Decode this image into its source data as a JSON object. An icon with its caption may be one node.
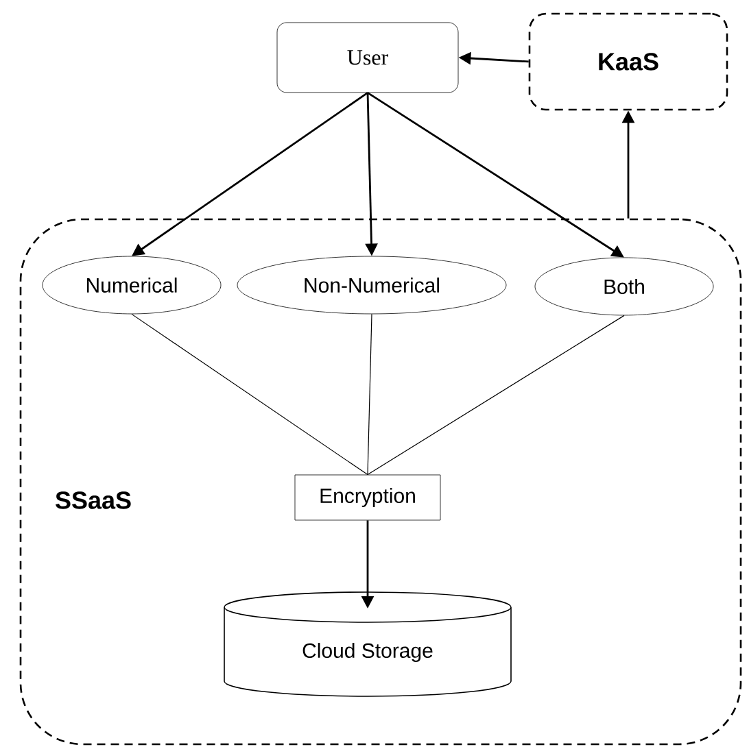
{
  "diagram": {
    "nodes": [
      {
        "text": [
          "User"
        ]
      },
      {
        "text": [
          "KaaS"
        ]
      },
      {
        "text": [
          "SSaaS"
        ]
      },
      {
        "text": [
          "Numerical"
        ],
        "in": 2
      },
      {
        "text": [
          "Non-Numerical"
        ],
        "in": 2
      },
      {
        "text": [
          "Both"
        ],
        "in": 2
      },
      {
        "text": [
          "Encryption"
        ],
        "in": 2
      },
      {
        "text": [
          "Cloud Storage"
        ],
        "in": 2
      }
    ],
    "edges": [
      {
        "from": 1,
        "to": 0,
        "arrow": "to"
      },
      {
        "from": 0,
        "to": 3,
        "arrow": "to"
      },
      {
        "from": 0,
        "to": 4,
        "arrow": "to"
      },
      {
        "from": 0,
        "to": 5,
        "arrow": "to"
      },
      {
        "from": 2,
        "to": 1,
        "arrow": "to"
      },
      {
        "from": 3,
        "to": 6,
        "arrow": "none"
      },
      {
        "from": 4,
        "to": 6,
        "arrow": "none"
      },
      {
        "from": 5,
        "to": 6,
        "arrow": "none"
      },
      {
        "from": 6,
        "to": 7,
        "arrow": "to"
      }
    ]
  }
}
